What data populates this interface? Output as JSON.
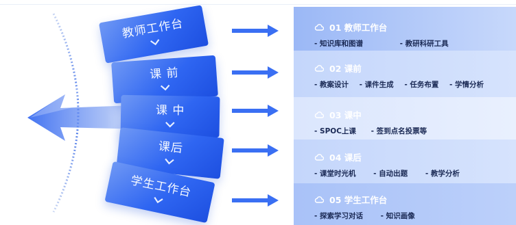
{
  "colors": {
    "accent": "#2f66f2",
    "arrow": "#3a6ff3",
    "panel_text": "#1b2a55"
  },
  "cards": [
    {
      "label": "教师工作台",
      "icon": "chevron-down-icon"
    },
    {
      "label": "课 前",
      "icon": "chevron-down-icon"
    },
    {
      "label": "课 中",
      "icon": "chevron-down-icon"
    },
    {
      "label": "课后",
      "icon": "chevron-down-icon"
    },
    {
      "label": "学生工作台",
      "icon": "chevron-down-icon"
    }
  ],
  "panels": [
    {
      "title": "01 教师工作台",
      "items": [
        "- 知识库和图谱",
        "- 教研科研工具"
      ],
      "icon": "cloud-icon"
    },
    {
      "title": "02 课前",
      "items": [
        "- 教案设计",
        "- 课件生成",
        "- 任务布置",
        "- 学情分析"
      ],
      "icon": "cloud-icon"
    },
    {
      "title": "03 课中",
      "items": [
        "- SPOC上课",
        "- 签到点名投票等"
      ],
      "icon": "cloud-icon"
    },
    {
      "title": "04 课后",
      "items": [
        "- 课堂时光机",
        "- 自动出题",
        "- 教学分析"
      ],
      "icon": "cloud-icon"
    },
    {
      "title": "05 学生工作台",
      "items": [
        "- 探索学习对话",
        "- 知识画像"
      ],
      "icon": "cloud-icon"
    }
  ]
}
